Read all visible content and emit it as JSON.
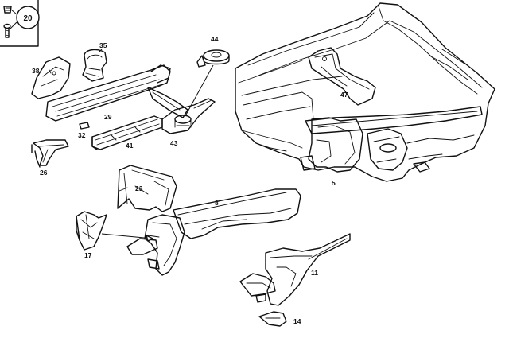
{
  "inset": {
    "badge": "20"
  },
  "callouts": {
    "c35": "35",
    "c38": "38",
    "c29": "29",
    "c32": "32",
    "c41": "41",
    "c43": "43",
    "c44": "44",
    "c26": "26",
    "c47": "47",
    "c5": "5",
    "c23": "23",
    "c8": "8",
    "c17": "17",
    "c11": "11",
    "c14": "14"
  },
  "colors": {
    "line": "#111111",
    "paper": "#ffffff"
  }
}
